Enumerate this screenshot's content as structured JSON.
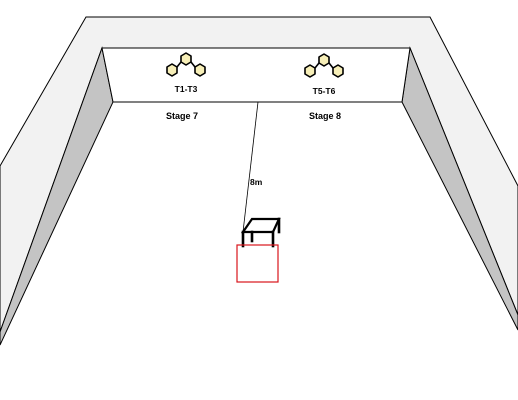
{
  "stages": [
    {
      "name": "Stage 7",
      "targets_label": "T1-T3"
    },
    {
      "name": "Stage 8",
      "targets_label": "T5-T6"
    }
  ],
  "distance_label": "8m",
  "colors": {
    "wall_top": "#f2f2f2",
    "wall_side": "#cccccc",
    "wall_inner": "#c4c4c4",
    "target_fill": "#f7efb8",
    "shooting_box": "#d9141c",
    "line": "#000000"
  }
}
